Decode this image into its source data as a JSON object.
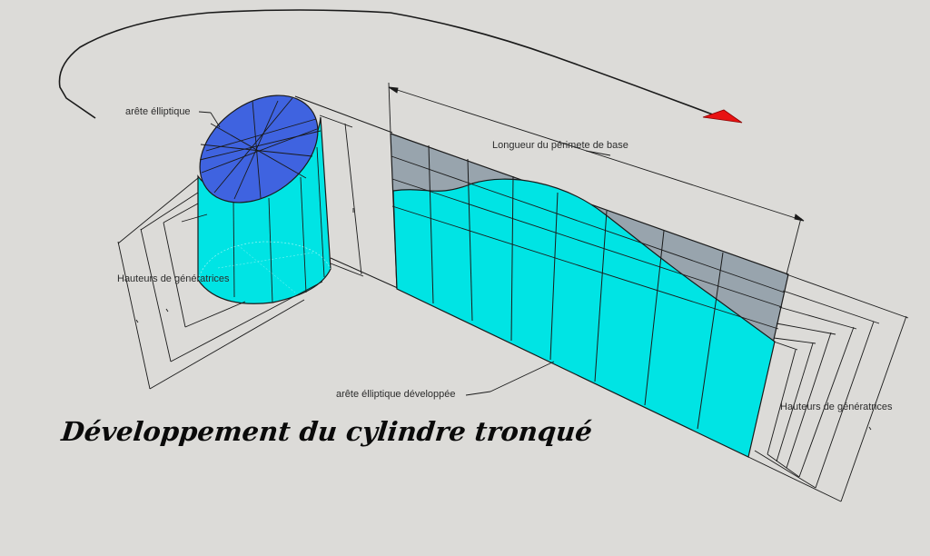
{
  "title": "Développement du cylindre tronqué",
  "labels": {
    "elliptic_edge": "arête élliptique",
    "base_perimeter": "Longueur du périmete de base",
    "generator_heights_left": "Hauteurs de génératrices",
    "developed_elliptic_edge": "arête élliptique développée",
    "generator_heights_right": "Hauteurs de génératrices"
  },
  "colors": {
    "background": "#dcdbd8",
    "cylinder_side": "#00e4e4",
    "cylinder_top": "#3f63e0",
    "cut_off_region": "#98a4ad",
    "arrow": "#e81212",
    "lines": "#1a1a1a"
  },
  "icons": {
    "direction_arrow": "red-arrowhead"
  }
}
